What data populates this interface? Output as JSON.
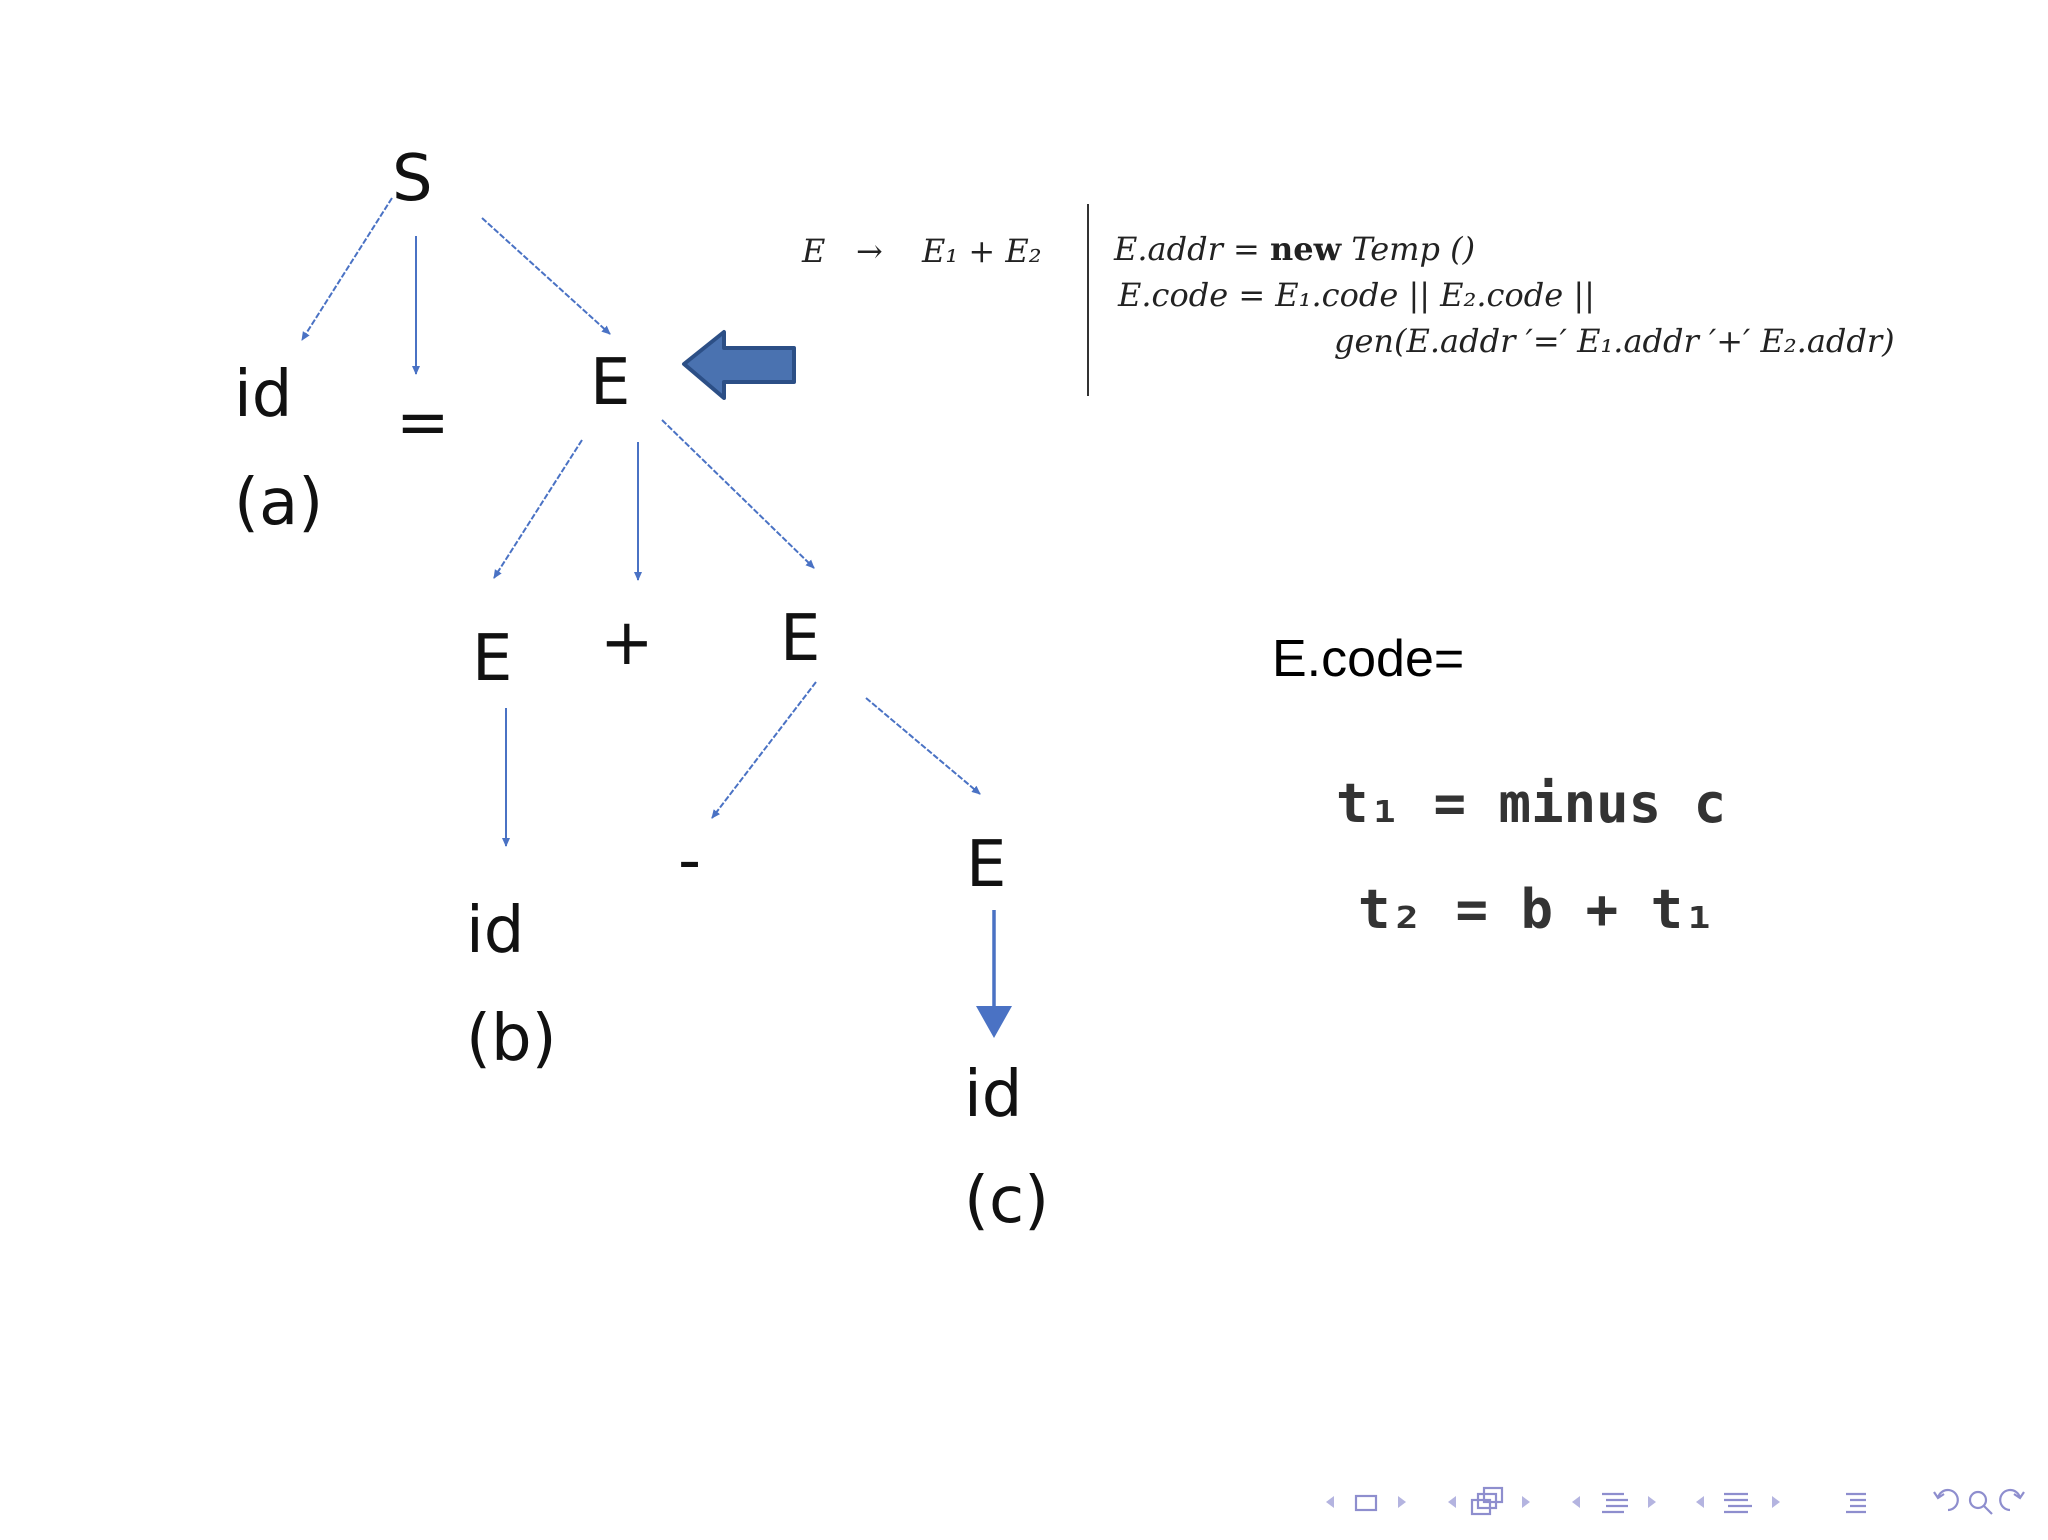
{
  "tree": {
    "nodes": {
      "s": "S",
      "id_a": "id",
      "paren_a": "(a)",
      "eq": "=",
      "e_top": "E",
      "e_left": "E",
      "plus": "+",
      "e_right": "E",
      "id_b": "id",
      "paren_b": "(b)",
      "minus": "-",
      "e_bottom": "E",
      "id_c": "id",
      "paren_c": "(c)"
    }
  },
  "rule": {
    "lhs": "E",
    "arrow": "→",
    "rhs": "E₁ + E₂",
    "action_line1_a": "E.addr = ",
    "action_line1_new": "new",
    "action_line1_b": " Temp ()",
    "action_line2": "E.code = E₁.code || E₂.code ||",
    "action_line3": "gen(E.addr ′=′ E₁.addr ′+′ E₂.addr)"
  },
  "code_caption": "E.code=",
  "three_address_code": [
    "t₁ = minus c",
    "t₂ = b + t₁"
  ],
  "colors": {
    "tree_edge": "#4a72c4",
    "pointer_arrow_fill": "#4a72b0",
    "pointer_arrow_stroke": "#2c4f86",
    "nav": "#8e8ece"
  },
  "pointer_arrow_icon": "left-block-arrow",
  "nav_icons": [
    "frame-nav-icon",
    "subsection-nav-icon",
    "section-nav-icon",
    "slide-nav-icon",
    "toc-icon",
    "back-icon",
    "search-icon",
    "forward-icon"
  ]
}
